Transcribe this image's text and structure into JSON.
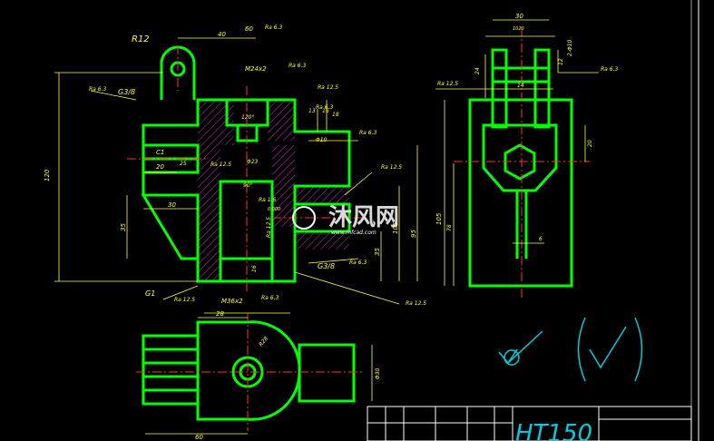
{
  "drawing": {
    "colors": {
      "background": "#000000",
      "outline": "#00ff00",
      "dimension": "#ffff33",
      "centerline": "#ff3333",
      "hatch": "#cc33cc",
      "title_block": "#00ccdd",
      "border": "#ffffff"
    },
    "labels": {
      "r12": "R12",
      "d40": "40",
      "d60_top": "60",
      "ra63_a": "Ra 6.3",
      "ra63_b": "Ra 6.3",
      "ra125_a": "Ra 12.5",
      "ra63_c": "Ra 6.3",
      "m24": "M24x2",
      "g38_top": "G3/8",
      "ra63_left": "Ra 6.3",
      "d120deg": "120°",
      "d13": "13",
      "d16": "16",
      "d18": "18",
      "phi10": "Φ10",
      "c1": "C1",
      "d25": "25",
      "ra125_mid": "Ra 12.5",
      "d20_left": "20",
      "phi23": "Φ23",
      "d90deg": "90°",
      "ra125_right": "Ra 12.5",
      "ra16": "Ra 1.6",
      "tol": "0.000",
      "d30_left": "30",
      "d120": "120",
      "d35": "35",
      "d95": "95",
      "d105_left": "105",
      "d35_b": "35",
      "ra125_v": "Ra 12.5",
      "d16_b": "16",
      "g38_bot": "G3/8",
      "ra63_d": "Ra 6.3",
      "g1": "G1",
      "ra125_bl": "Ra 12.5",
      "m36": "M36x2",
      "ra63_e": "Ra 6.3",
      "ra125_br": "Ra 12.5",
      "d28": "28",
      "r28": "R28",
      "phi30": "Φ30",
      "d60_bot": "60",
      "d30_side": "30",
      "d1020": "1020",
      "d24": "24",
      "ra125_side": "Ra 12.5",
      "d14": "14",
      "d2phi10": "2-Φ10",
      "ra63_side": "Ra 6.3",
      "d12": "12",
      "d20_side": "20",
      "d105_side": "105",
      "d78": "78",
      "d6": "6",
      "ht150": "HT150",
      "watermark_main": "沐风网",
      "watermark_url": "www.mfcad.com"
    }
  }
}
